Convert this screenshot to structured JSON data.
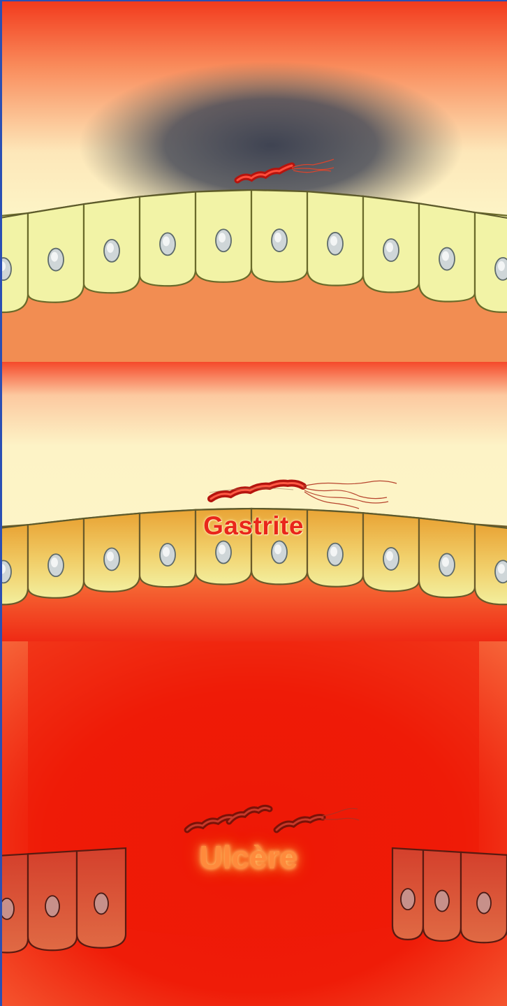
{
  "panels": [
    {
      "id": "normal",
      "label": ""
    },
    {
      "id": "gastritis",
      "label": "Gastrite"
    },
    {
      "id": "ulcer",
      "label": "Ulcère"
    }
  ],
  "colors": {
    "mucus_light": "#fdf6c8",
    "acid_red": "#f12a10",
    "cell_fill": "#f2f3a6",
    "cell_outline": "#6a6a2a",
    "nucleus": "#c9d0d2",
    "submucosa": "#f28d52",
    "inflamed_cell": "#e8a233",
    "ulcer_cell": "#c4402c",
    "bacterium": "#c21a12",
    "dark_halo": "#3c4150"
  },
  "icons": [
    "h-pylori-bacterium-icon",
    "epithelial-cell-icon",
    "cell-nucleus-icon"
  ]
}
